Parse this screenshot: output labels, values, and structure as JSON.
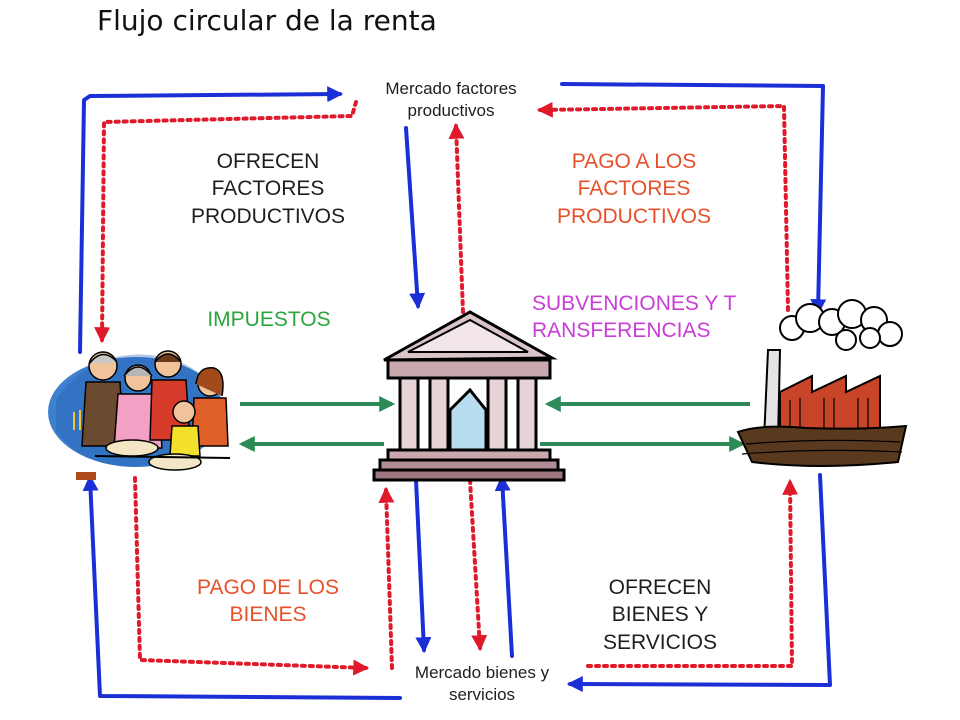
{
  "title": "Flujo circular de la renta",
  "markets": {
    "factors": "Mercado factores productivos",
    "goods": "Mercado bienes y servicios"
  },
  "labels": {
    "ofrecen_factores": "OFRECEN FACTORES PRODUCTIVOS",
    "pago_factores": "PAGO A LOS FACTORES PRODUCTIVOS",
    "impuestos": "IMPUESTOS",
    "subvenciones": "SUBVENCIONES Y TRANSFERENCIAS",
    "pago_bienes": "PAGO DE LOS BIENES",
    "ofrecen_bienes": "OFRECEN BIENES Y SERVICIOS"
  },
  "actors": {
    "households_icon": "family-icon",
    "government_icon": "government-building-icon",
    "firms_icon": "factory-icon"
  },
  "colors": {
    "real_flow": "#1a2fd6",
    "money_flow": "#e01a2a",
    "public_flow": "#2e8b57"
  }
}
